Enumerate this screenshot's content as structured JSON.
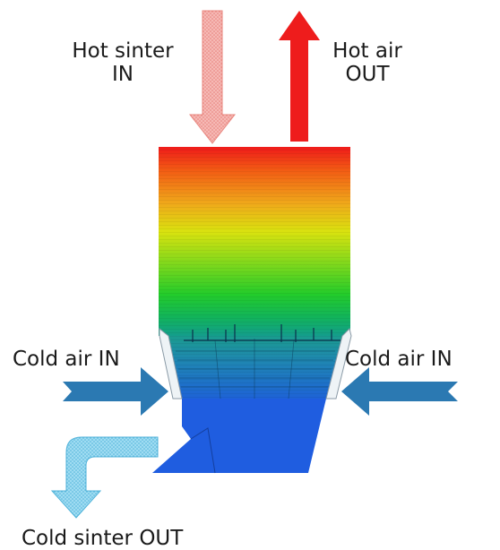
{
  "labels": {
    "hot_sinter_in": [
      "Hot sinter",
      "IN"
    ],
    "hot_air_out": [
      "Hot air",
      "OUT"
    ],
    "cold_air_in_left": "Cold air IN",
    "cold_air_in_right": "Cold air IN",
    "cold_sinter_out": "Cold sinter OUT"
  },
  "colors": {
    "hot_sinter_arrow": "#f4a7a3",
    "hot_air_arrow": "#ee1c1c",
    "cold_air_arrow": "#2b79b2",
    "cold_sinter_arrow": "#7ecae8",
    "gradient_top": "#ef1a1a",
    "gradient_mid": "#d9e20f",
    "gradient_green": "#23cc2a",
    "gradient_teal": "#139e8c",
    "gradient_bottom": "#1b7bc8",
    "outlet_blue": "#1f5de0"
  }
}
